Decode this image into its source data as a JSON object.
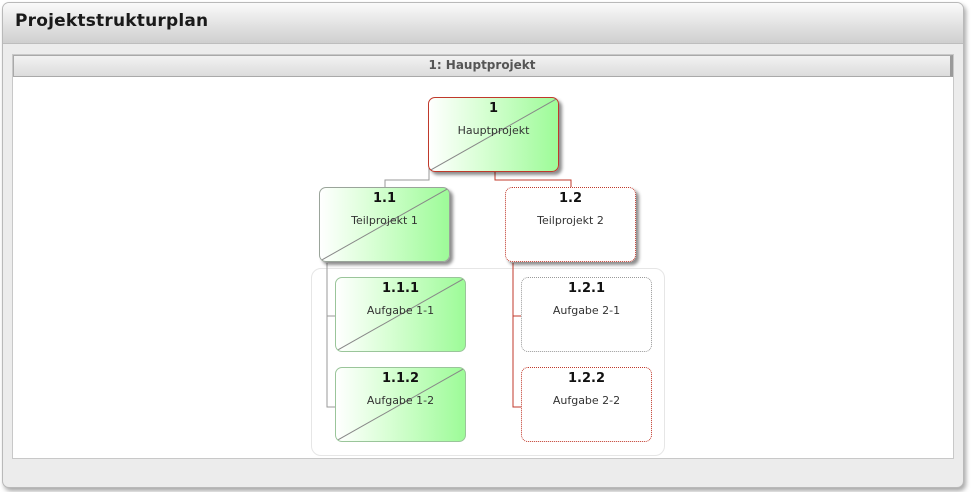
{
  "panel": {
    "title": "Projektstrukturplan"
  },
  "section": {
    "title": "1:  Hauptprojekt"
  },
  "nodes": {
    "n1": {
      "num": "1",
      "label": "Hauptprojekt"
    },
    "n11": {
      "num": "1.1",
      "label": "Teilprojekt 1"
    },
    "n12": {
      "num": "1.2",
      "label": "Teilprojekt 2"
    },
    "n111": {
      "num": "1.1.1",
      "label": "Aufgabe 1-1"
    },
    "n112": {
      "num": "1.1.2",
      "label": "Aufgabe 1-2"
    },
    "n121": {
      "num": "1.2.1",
      "label": "Aufgabe 2-1"
    },
    "n122": {
      "num": "1.2.2",
      "label": "Aufgabe 2-2"
    }
  },
  "colors": {
    "accent_red": "#c0392b",
    "connector_gray": "#9a9a9a",
    "node_gradient_end": "#9dfb98"
  }
}
